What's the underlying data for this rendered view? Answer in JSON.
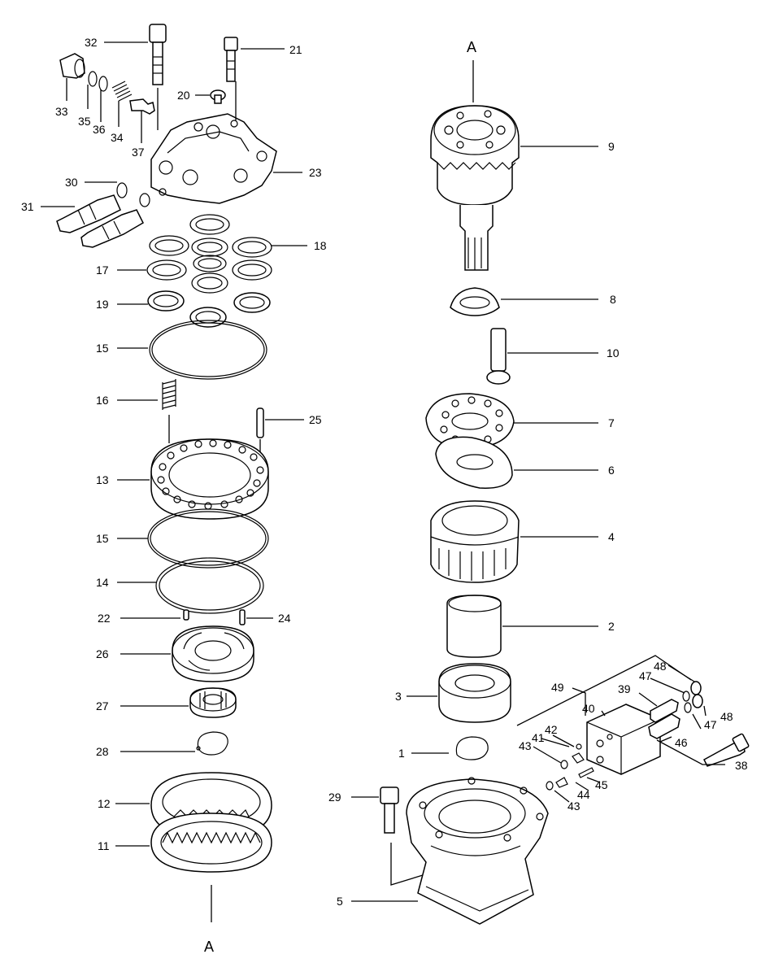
{
  "diagram": {
    "section_marks": {
      "top": "A",
      "bottom": "A"
    },
    "labels": {
      "l1": "1",
      "l2": "2",
      "l3": "3",
      "l4": "4",
      "l5": "5",
      "l6": "6",
      "l7": "7",
      "l8": "8",
      "l9": "9",
      "l10": "10",
      "l11": "11",
      "l12": "12",
      "l13": "13",
      "l14": "14",
      "l15a": "15",
      "l15b": "15",
      "l16": "16",
      "l17": "17",
      "l18": "18",
      "l19": "19",
      "l20": "20",
      "l21": "21",
      "l22": "22",
      "l23": "23",
      "l24": "24",
      "l25": "25",
      "l26": "26",
      "l27": "27",
      "l28": "28",
      "l29": "29",
      "l30": "30",
      "l31": "31",
      "l32": "32",
      "l33": "33",
      "l34": "34",
      "l35": "35",
      "l36": "36",
      "l37": "37",
      "l38": "38",
      "l39": "39",
      "l40": "40",
      "l41": "41",
      "l42": "42",
      "l43a": "43",
      "l43b": "43",
      "l44": "44",
      "l45": "45",
      "l46": "46",
      "l47a": "47",
      "l47b": "47",
      "l48a": "48",
      "l48b": "48",
      "l49": "49"
    }
  }
}
